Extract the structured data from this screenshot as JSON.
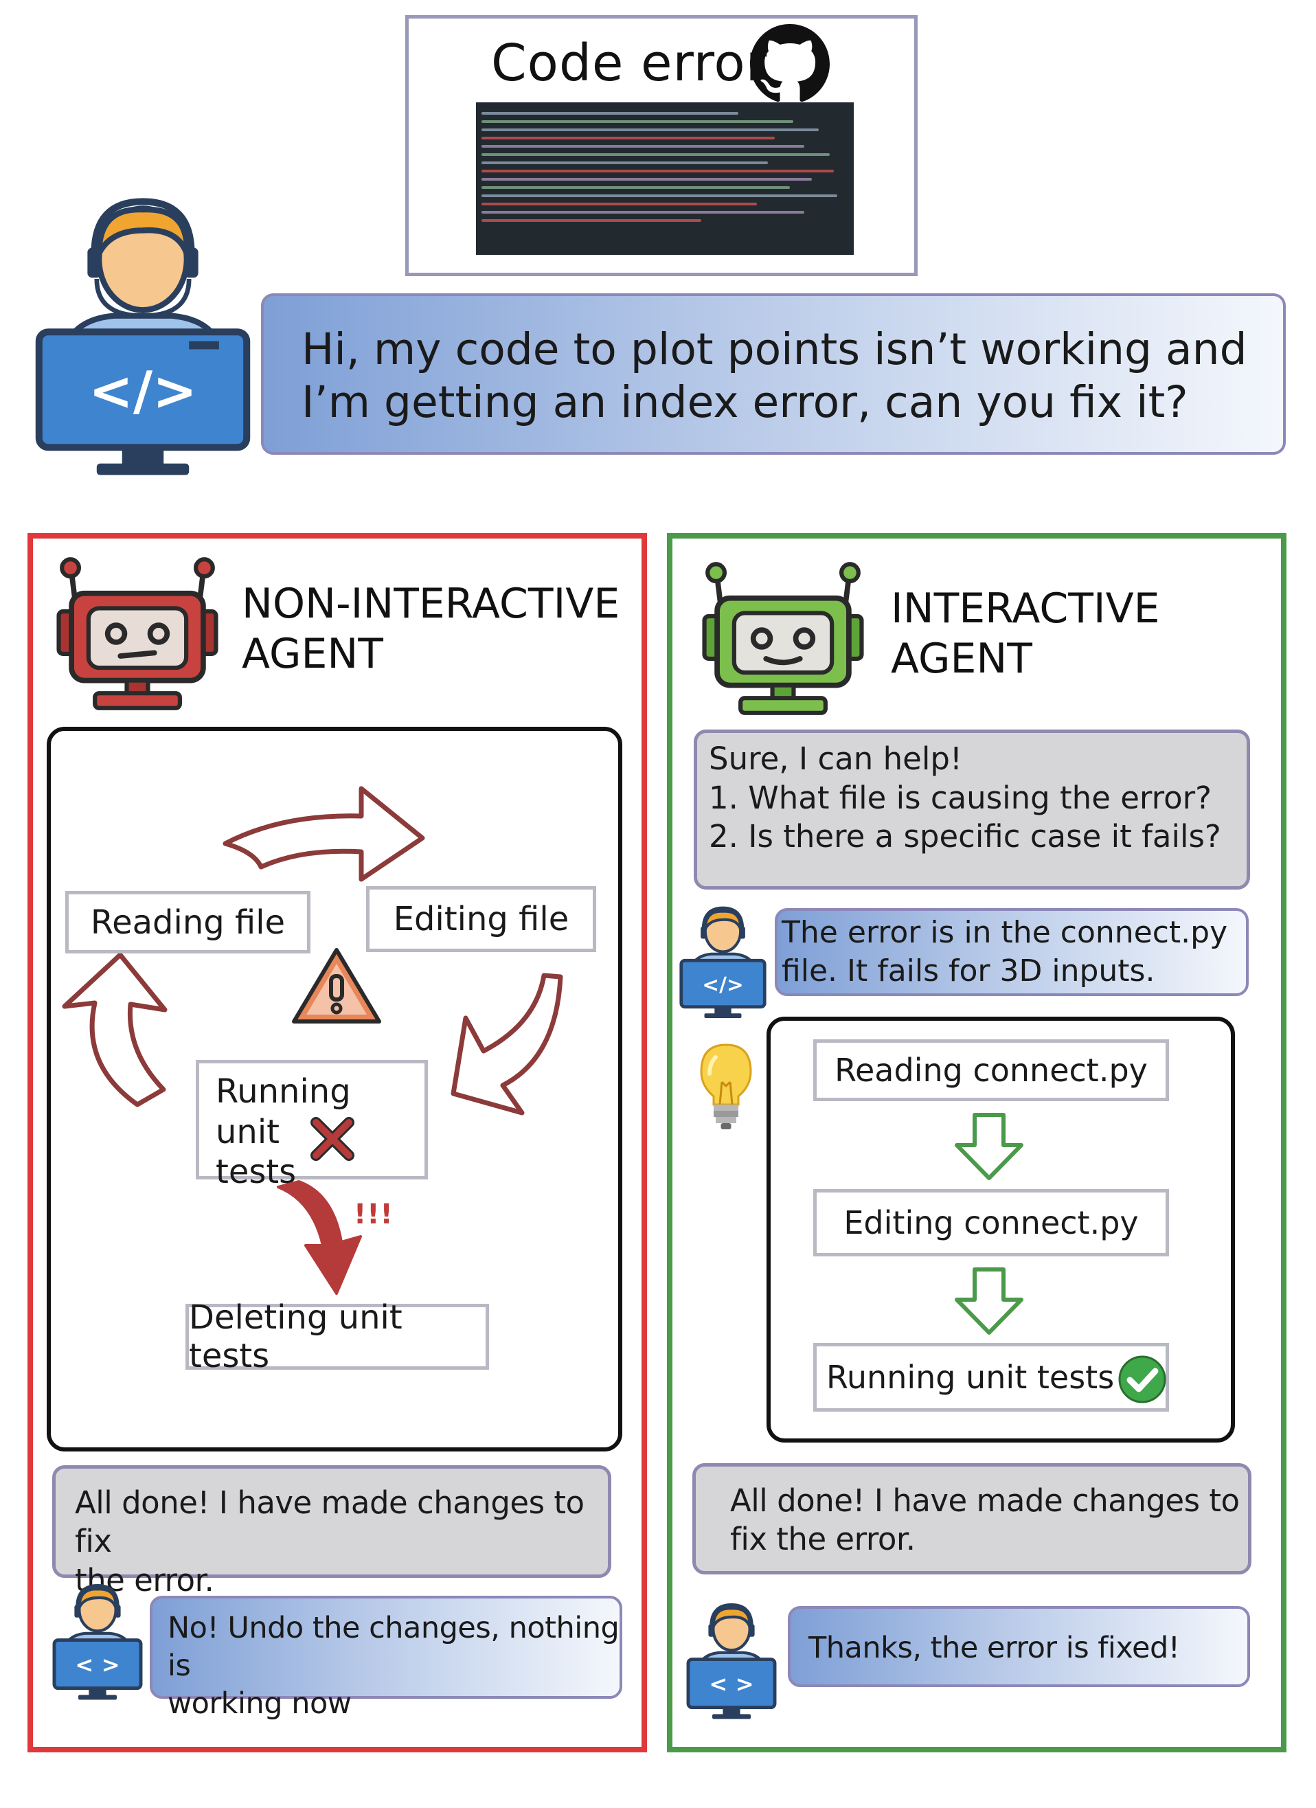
{
  "header": {
    "code_error_title": "Code error"
  },
  "user_prompt": "Hi, my code to plot points isn’t working and\nI’m getting an index error, can you fix it?",
  "left_panel": {
    "title": "NON-INTERACTIVE\nAGENT",
    "steps": {
      "reading": "Reading file",
      "editing": "Editing file",
      "running": "Running unit\ntests",
      "deleting": "Deleting unit tests"
    },
    "alert_text": "!!!",
    "agent_reply": "All done! I have made changes to fix\nthe error.",
    "user_reply": "No! Undo the changes, nothing is\nworking now"
  },
  "right_panel": {
    "title": "INTERACTIVE\nAGENT",
    "agent_question": "Sure, I can help!\n1. What file is causing the error?\n2. Is there a specific case it fails?",
    "user_answer": "The error is in the connect.py\nfile. It fails for 3D inputs.",
    "steps": {
      "reading": "Reading connect.py",
      "editing": "Editing connect.py",
      "running": "Running unit tests"
    },
    "agent_reply": "All done! I have made changes to\nfix the error.",
    "user_reply": "Thanks, the error is fixed!"
  },
  "colors": {
    "left_border": "#e0393b",
    "right_border": "#4a9a4a",
    "curved_arrow": "#8c3a3a",
    "down_arrow": "#b53a3a",
    "flow_arrow": "#4a9a4a",
    "warning": "#e8875a",
    "check": "#3ea84a",
    "bad_robot": "#c8433f",
    "good_robot": "#7cbf4c",
    "monitor_blue": "#3f84cf"
  },
  "icons": [
    "github-icon",
    "developer-icon",
    "robot-sad-icon",
    "robot-happy-icon",
    "warning-icon",
    "cross-icon",
    "check-icon",
    "lightbulb-icon"
  ]
}
